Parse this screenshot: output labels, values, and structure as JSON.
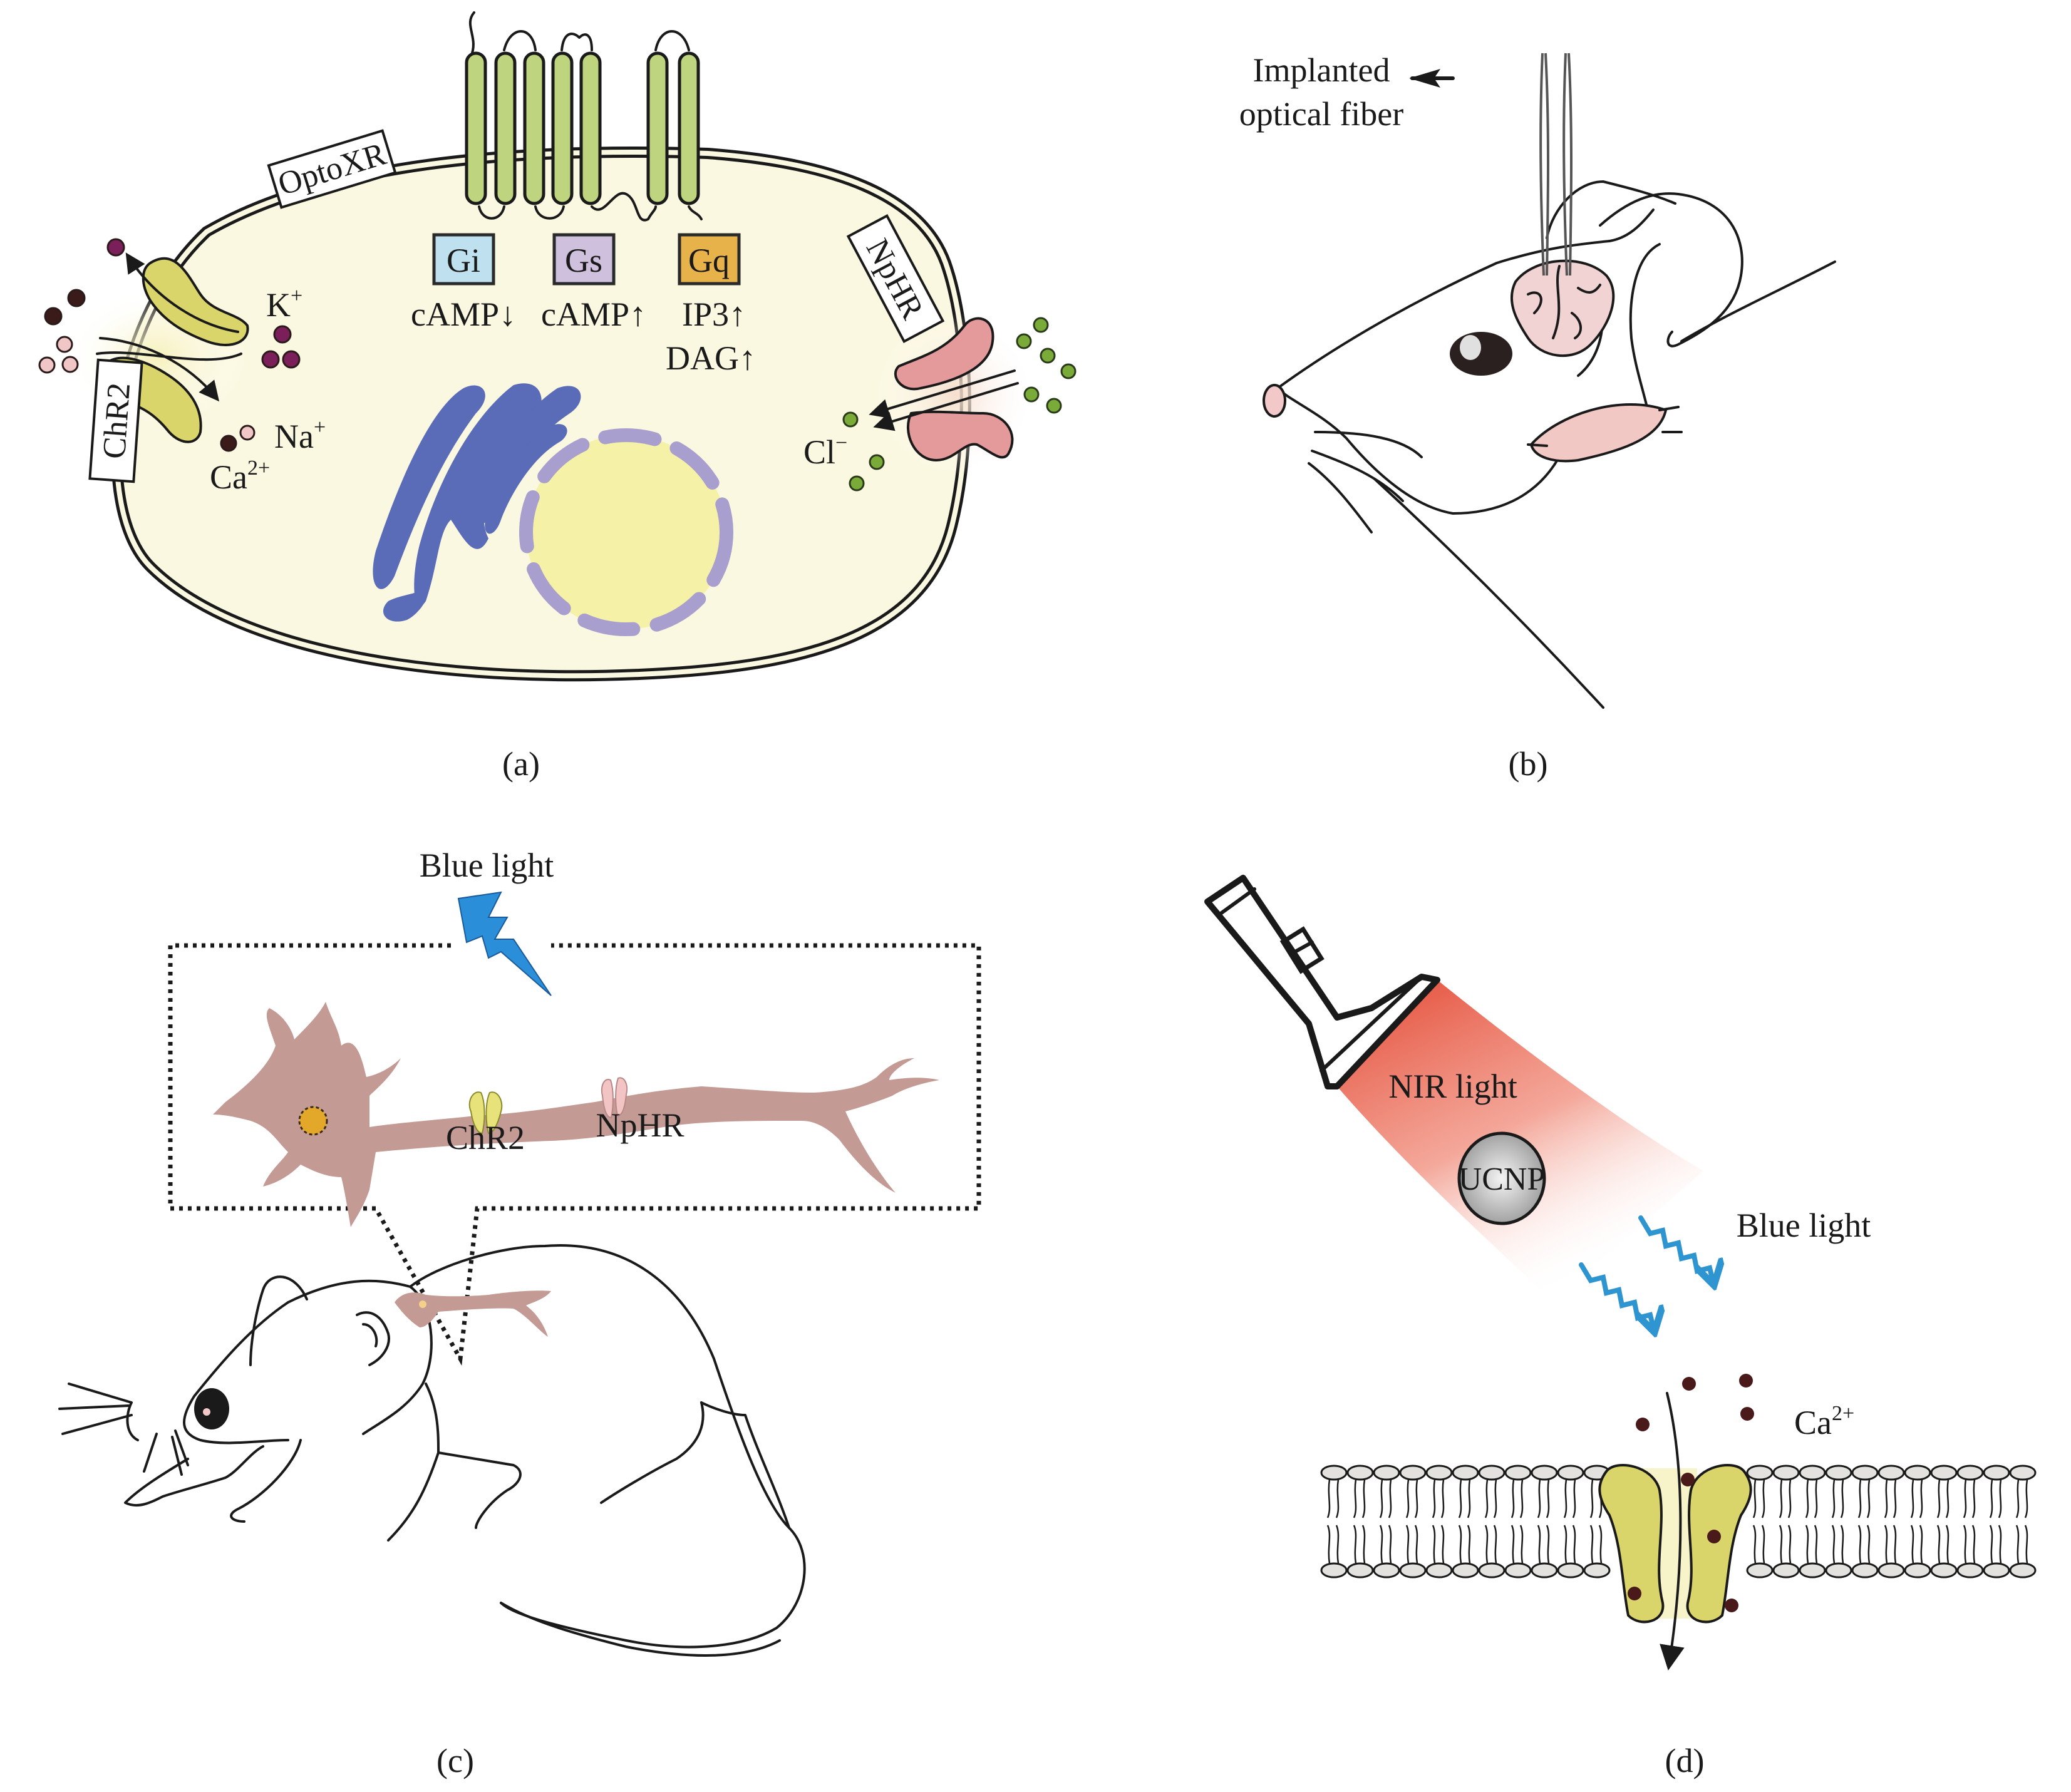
{
  "figure": {
    "panels": [
      {
        "id": "a",
        "caption": "(a)",
        "labels": {
          "optoxr": "OptoXR",
          "chr2": "ChR2",
          "nphr": "NpHR",
          "k_ion": "K",
          "k_charge": "+",
          "na_ion": "Na",
          "na_charge": "+",
          "ca_ion": "Ca",
          "ca_charge": "2+",
          "cl_ion": "Cl",
          "cl_charge": "−"
        },
        "g_proteins": [
          {
            "name": "Gi",
            "effect": "cAMP↓",
            "color": "#bfe0ee"
          },
          {
            "name": "Gs",
            "effect": "cAMP↑",
            "color": "#cfc0de"
          },
          {
            "name": "Gq",
            "effect": "IP3↑",
            "effect2": "DAG↑",
            "color": "#e8b24a"
          }
        ],
        "colors": {
          "cytoplasm": "#fbf8e1",
          "opsin_helix": "#bfd47e",
          "chr2_channel": "#d9d56a",
          "nphr_pump": "#e4999b",
          "golgi": "#5a6bb8",
          "nucleus": "#f5f1a6",
          "nuclear_envelope": "#a99fcf",
          "k_ion": "#7a1f5a",
          "na_ion": "#f0c6c6",
          "ca_ion": "#3b1a1a",
          "cl_ion": "#7aab38"
        }
      },
      {
        "id": "b",
        "caption": "(b)",
        "labels": {
          "fiber_line1": "Implanted",
          "fiber_line2": "optical fiber"
        },
        "colors": {
          "brain": "#f1d3d4",
          "ear": "#f2c8c4",
          "nose": "#f2c8c8"
        }
      },
      {
        "id": "c",
        "caption": "(c)",
        "labels": {
          "light": "Blue light",
          "chr2": "ChR2",
          "nphr": "NpHR"
        },
        "colors": {
          "neuron": "#c49a94",
          "nucleus": "#e3a82a",
          "bolt": "#2a8fd8"
        }
      },
      {
        "id": "d",
        "caption": "(d)",
        "labels": {
          "nir": "NIR light",
          "ucnp": "UCNP",
          "blue": "Blue light",
          "ca_ion": "Ca",
          "ca_charge": "2+"
        },
        "colors": {
          "beam": "#e8503a",
          "wave": "#2f95d0",
          "channel": "#d9d56a",
          "ion": "#4a1a1a"
        }
      }
    ]
  }
}
